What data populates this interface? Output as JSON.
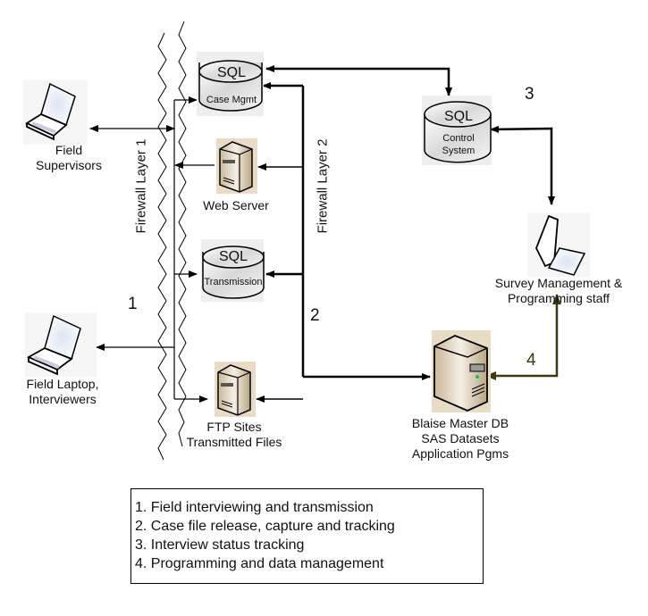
{
  "nodes": {
    "field_supervisors": {
      "label_line1": "Field",
      "label_line2": "Supervisors"
    },
    "field_laptop": {
      "label_line1": "Field Laptop,",
      "label_line2": "Interviewers"
    },
    "case_mgmt": {
      "title": "SQL",
      "subtitle": "Case Mgmt"
    },
    "web_server": {
      "label": "Web Server"
    },
    "transmission": {
      "title": "SQL",
      "subtitle": "Transmission"
    },
    "ftp_sites": {
      "label_line1": "FTP Sites",
      "label_line2": "Transmitted Files"
    },
    "control_system": {
      "title": "SQL",
      "subtitle_line1": "Control",
      "subtitle_line2": "System"
    },
    "survey_mgmt": {
      "label_line1": "Survey Management &",
      "label_line2": "Programming staff"
    },
    "blaise_master": {
      "label_line1": "Blaise Master DB",
      "label_line2": "SAS Datasets",
      "label_line3": "Application Pgms"
    }
  },
  "firewalls": {
    "layer1": "Firewall Layer 1",
    "layer2": "Firewall Layer 2"
  },
  "flow_numbers": {
    "one": "1",
    "two": "2",
    "three": "3",
    "four": "4"
  },
  "colors": {
    "line": "#000000",
    "flow4": "#3a3a10"
  },
  "legend": {
    "items": [
      "1. Field interviewing and transmission",
      "2. Case file release, capture and tracking",
      "3. Interview status tracking",
      "4. Programming and data management"
    ]
  }
}
